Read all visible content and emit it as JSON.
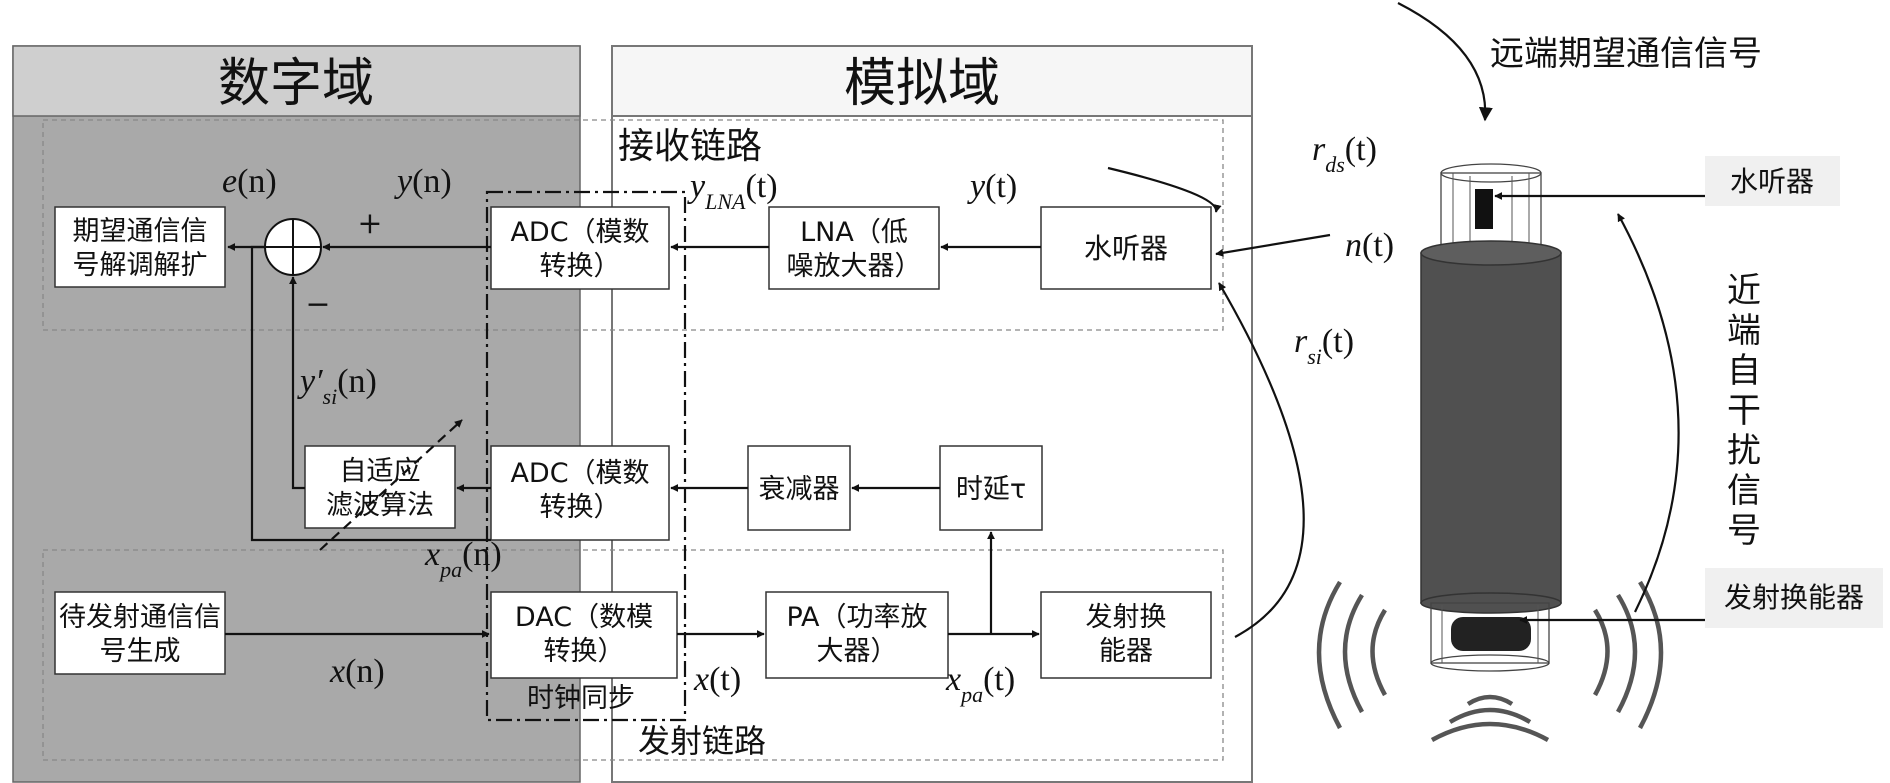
{
  "regions": {
    "digital": "数字域",
    "analog": "模拟域"
  },
  "chains": {
    "rx": "接收链路",
    "tx": "发射链路",
    "clock": "时钟同步"
  },
  "blocks": {
    "demod": [
      "期望通信信",
      "号解调解扩"
    ],
    "adc_rx": [
      "ADC（模数",
      "转换）"
    ],
    "lna": [
      "LNA（低",
      "噪放大器）"
    ],
    "hydrophone": "水听器",
    "adaptive": [
      "自适应",
      "滤波算法"
    ],
    "adc_ref": [
      "ADC（模数",
      "转换）"
    ],
    "attenuator": "衰减器",
    "delay": "时延τ",
    "gen": [
      "待发射通信信",
      "号生成"
    ],
    "dac": [
      "DAC（数模",
      "转换）"
    ],
    "pa": [
      "PA（功率放",
      "大器）"
    ],
    "transducer": [
      "发射换",
      "能器"
    ]
  },
  "signals": {
    "e": {
      "base": "e",
      "arg": "(n)"
    },
    "y_n": {
      "base": "y",
      "arg": "(n)"
    },
    "y_lna": {
      "base": "y",
      "sub": "LNA",
      "arg": "(t)"
    },
    "y_t": {
      "base": "y",
      "arg": "(t)"
    },
    "r_ds": {
      "base": "r",
      "sub": "ds",
      "arg": "(t)"
    },
    "n_t": {
      "base": "n",
      "arg": "(t)"
    },
    "r_si": {
      "base": "r",
      "sub": "si",
      "arg": "(t)"
    },
    "y_si": {
      "base": "y′",
      "sub": "si",
      "arg": "(n)"
    },
    "x_pa_n": {
      "base": "x",
      "sub": "pa",
      "arg": "(n)"
    },
    "x_n": {
      "base": "x",
      "arg": "(n)"
    },
    "x_t": {
      "base": "x",
      "arg": "(t)"
    },
    "x_pa_t": {
      "base": "x",
      "sub": "pa",
      "arg": "(t)"
    },
    "plus": "+",
    "minus": "−"
  },
  "device": {
    "far_signal": "远端期望通信信号",
    "hydrophone_label": "水听器",
    "transducer_label": "发射换能器",
    "self_interference": [
      "近",
      "端",
      "自",
      "干",
      "扰",
      "信",
      "号"
    ]
  }
}
